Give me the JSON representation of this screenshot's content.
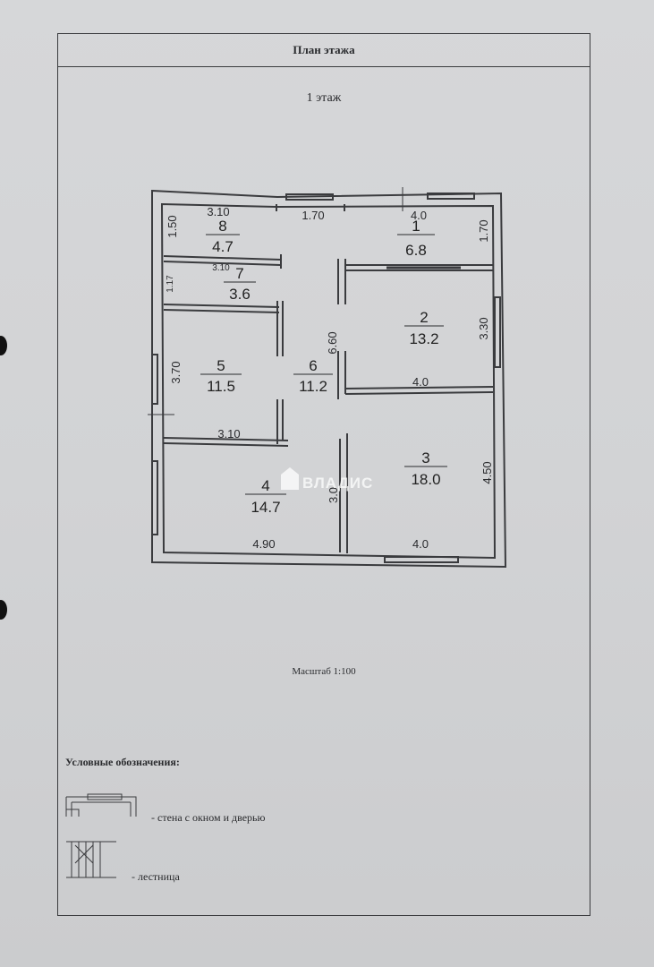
{
  "document": {
    "title": "План этажа",
    "floor": "1 этаж",
    "scale": "Масштаб 1:100",
    "legend_title": "Условные обозначения:",
    "legend_items": [
      "- стена с окном и дверью",
      "- лестница"
    ]
  },
  "watermark": "ВЛАДИС",
  "rooms": [
    {
      "number": "1",
      "area": "6.8"
    },
    {
      "number": "2",
      "area": "13.2"
    },
    {
      "number": "3",
      "area": "18.0"
    },
    {
      "number": "4",
      "area": "14.7"
    },
    {
      "number": "5",
      "area": "11.5"
    },
    {
      "number": "6",
      "area": "11.2"
    },
    {
      "number": "7",
      "area": "3.6"
    },
    {
      "number": "8",
      "area": "4.7"
    }
  ],
  "dimensions": {
    "room8_width": "3.10",
    "room8_height": "1.50",
    "corridor_top": "1.70",
    "room1_width": "4.0",
    "room1_height": "1.70",
    "room7_width": "3.10",
    "room7_height": "1.17",
    "room5_height": "3.70",
    "room5_width": "3.10",
    "room6_length": "6.60",
    "room2_height": "3.30",
    "room2_width": "4.0",
    "room3_height": "4.50",
    "room3_width": "4.0",
    "room4_height": "3.0",
    "room4_width": "4.90"
  }
}
